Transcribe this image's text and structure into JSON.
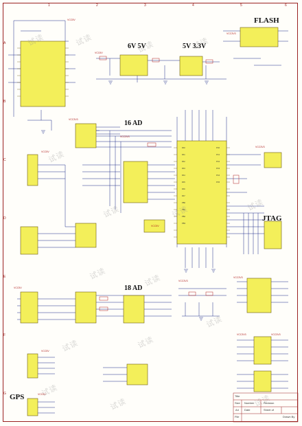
{
  "schematic": {
    "border_row_numbers": [
      "1",
      "2",
      "3",
      "4",
      "5",
      "6"
    ],
    "border_row_letters": [
      "A",
      "B",
      "C",
      "D",
      "E",
      "F",
      "G"
    ],
    "sections": {
      "flash": "FLASH",
      "reg_6v_5v": "6V   5V",
      "reg_5v_3v3": "5V   3.3V",
      "ad16": "16   AD",
      "jtag": "JTAG",
      "ad18": "18   AD",
      "gps": "GPS"
    },
    "watermark": "试读",
    "title_block": {
      "title_label": "Title",
      "size_label": "Size",
      "number_label": "Number",
      "revision_label": "Revision",
      "size_value": "A4",
      "date_label": "Date",
      "sheet_label": "Sheet   of",
      "file_label": "File",
      "drawn_label": "Drawn By"
    }
  },
  "colors": {
    "chip_fill": "#f3ef5a",
    "net_label": "#b02020",
    "wire": "#1a2a8a",
    "border": "#9a2020",
    "chip_outline": "#6b5a10"
  }
}
